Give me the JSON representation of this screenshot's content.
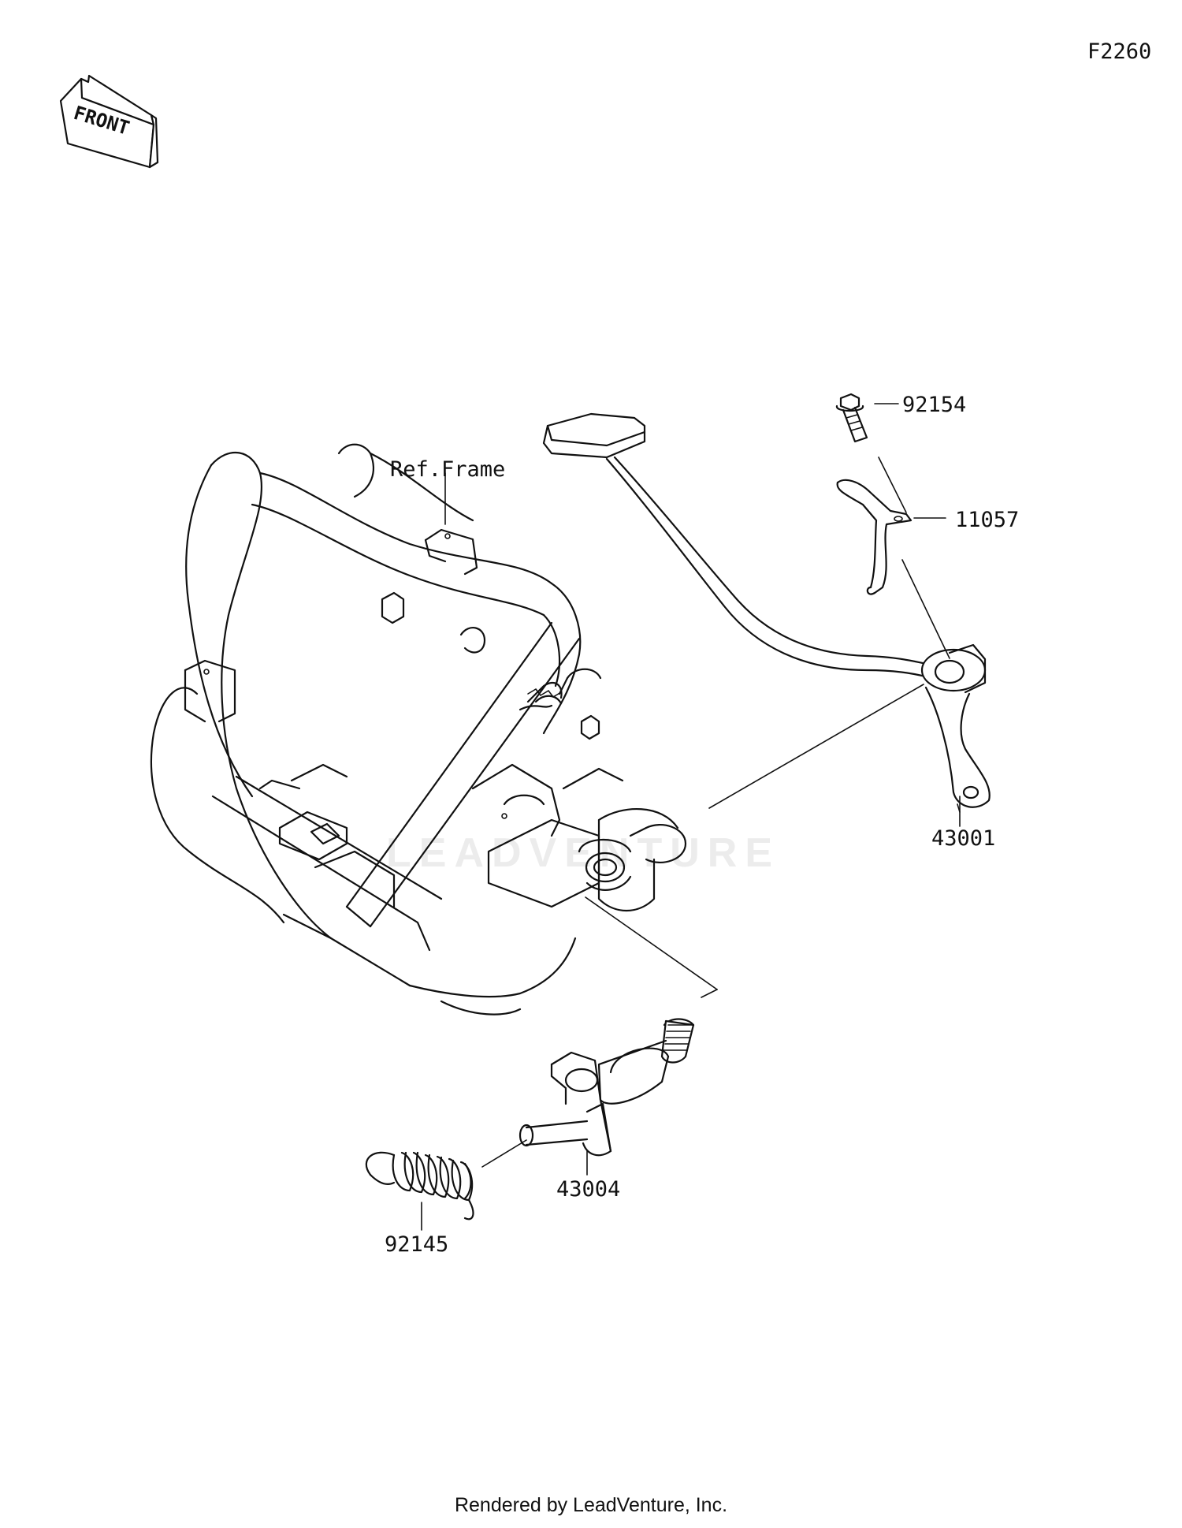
{
  "diagram_code": "F2260",
  "orientation_label": "FRONT",
  "reference_label": "Ref.Frame",
  "parts": [
    {
      "number": "92154"
    },
    {
      "number": "11057"
    },
    {
      "number": "43001"
    },
    {
      "number": "43004"
    },
    {
      "number": "92145"
    }
  ],
  "watermark": "LEADVENTURE",
  "footer": "Rendered by LeadVenture, Inc."
}
